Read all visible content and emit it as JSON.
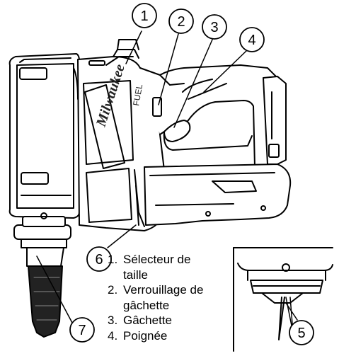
{
  "callouts": [
    {
      "num": "1"
    },
    {
      "num": "2"
    },
    {
      "num": "3"
    },
    {
      "num": "4"
    },
    {
      "num": "5"
    },
    {
      "num": "6"
    },
    {
      "num": "7"
    }
  ],
  "brand": "Milwaukee",
  "model_mark": "FUEL",
  "legend": [
    {
      "num": "1.",
      "line1": "Sélecteur de",
      "line2": "taille"
    },
    {
      "num": "2.",
      "line1": "Verrouillage de",
      "line2": "gâchette"
    },
    {
      "num": "3.",
      "line1": "Gâchette"
    },
    {
      "num": "4.",
      "line1": "Poignée"
    }
  ]
}
